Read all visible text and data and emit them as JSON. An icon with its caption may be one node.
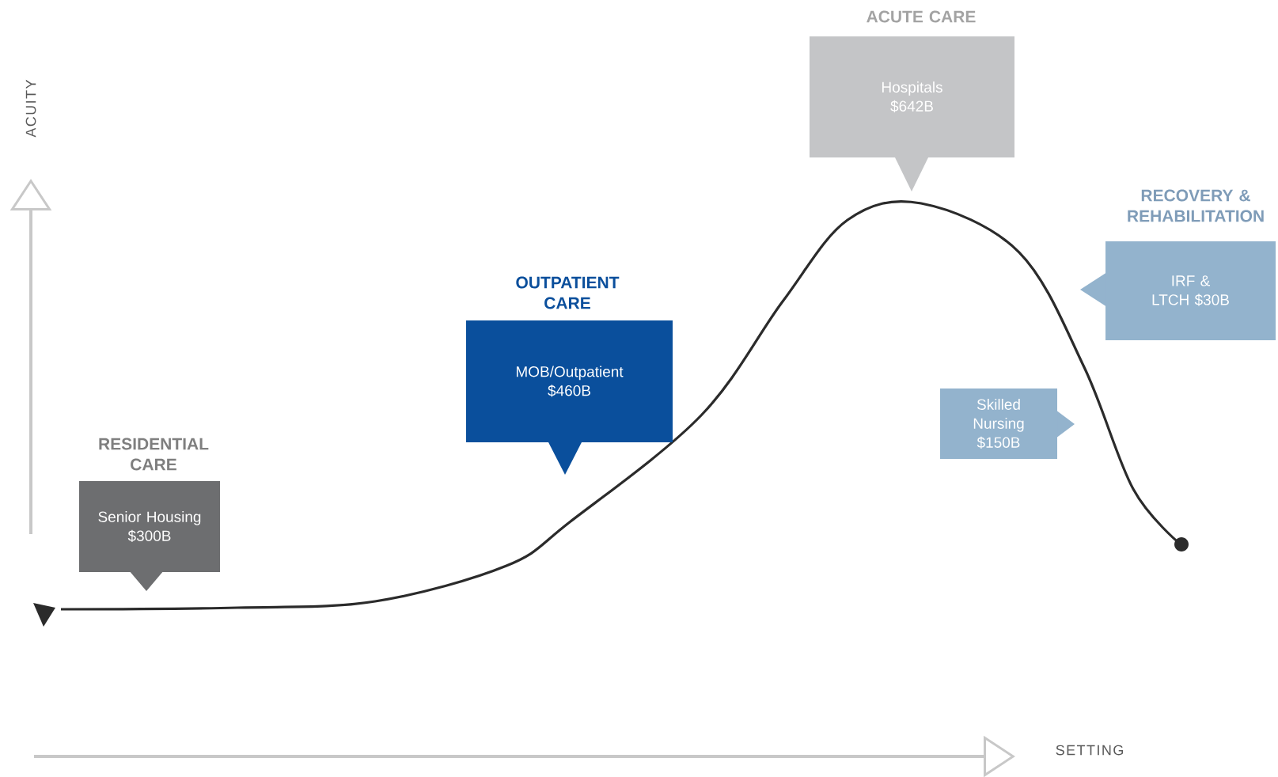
{
  "diagram": {
    "nodes": [
      {
        "text": [
          "RESIDENTIAL CARE",
          "Senior Housing $300B"
        ]
      },
      {
        "text": [
          "OUTPATIENT CARE",
          "MOB/Outpatient $460B"
        ]
      },
      {
        "text": [
          "ACUTE CARE",
          "Hospitals $642B"
        ]
      },
      {
        "text": [
          "Skilled Nursing $150B"
        ]
      },
      {
        "text": [
          "RECOVERY & REHABILITATION",
          "IRF & LTCH $30B"
        ]
      }
    ],
    "labels": [
      "ACUITY",
      "SETTING"
    ]
  }
}
